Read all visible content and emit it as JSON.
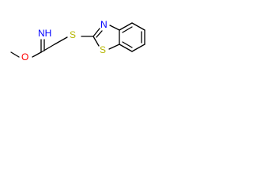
{
  "molecule": {
    "atoms": {
      "imine_n": {
        "symbol": "NH",
        "color": "#0000ff"
      },
      "thioether_s": {
        "symbol": "S",
        "color": "#b5b500"
      },
      "ring_n": {
        "symbol": "N",
        "color": "#0000ff"
      },
      "ring_s": {
        "symbol": "S",
        "color": "#b5b500"
      },
      "ether_o": {
        "symbol": "O",
        "color": "#ff0000"
      }
    },
    "bond_color": "#000000",
    "background": "#ffffff"
  }
}
